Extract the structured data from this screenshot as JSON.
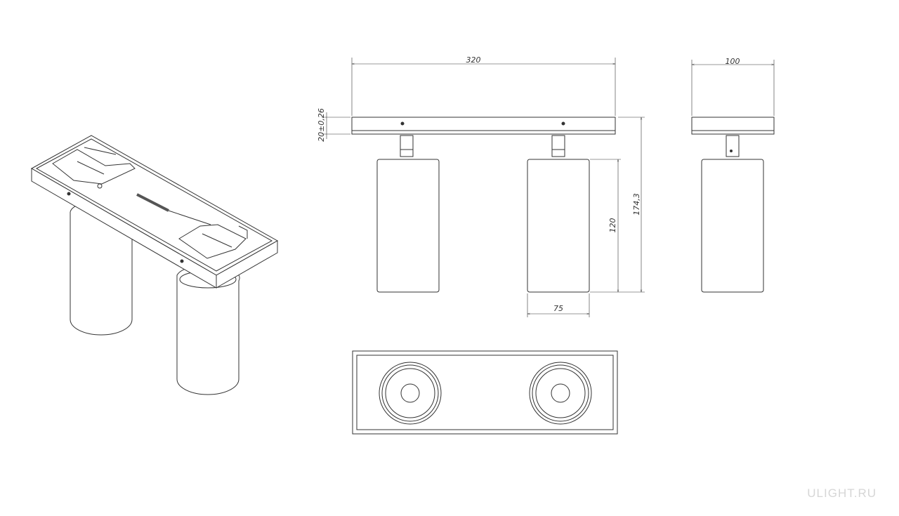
{
  "drawing": {
    "stroke_color": "#333333",
    "background": "#ffffff",
    "dimensions": {
      "total_width": "320",
      "base_height": "20±0,26",
      "side_width": "100",
      "total_height": "174,3",
      "cylinder_height": "120",
      "cylinder_diameter": "75"
    }
  },
  "watermark": "ULIGHT.RU"
}
